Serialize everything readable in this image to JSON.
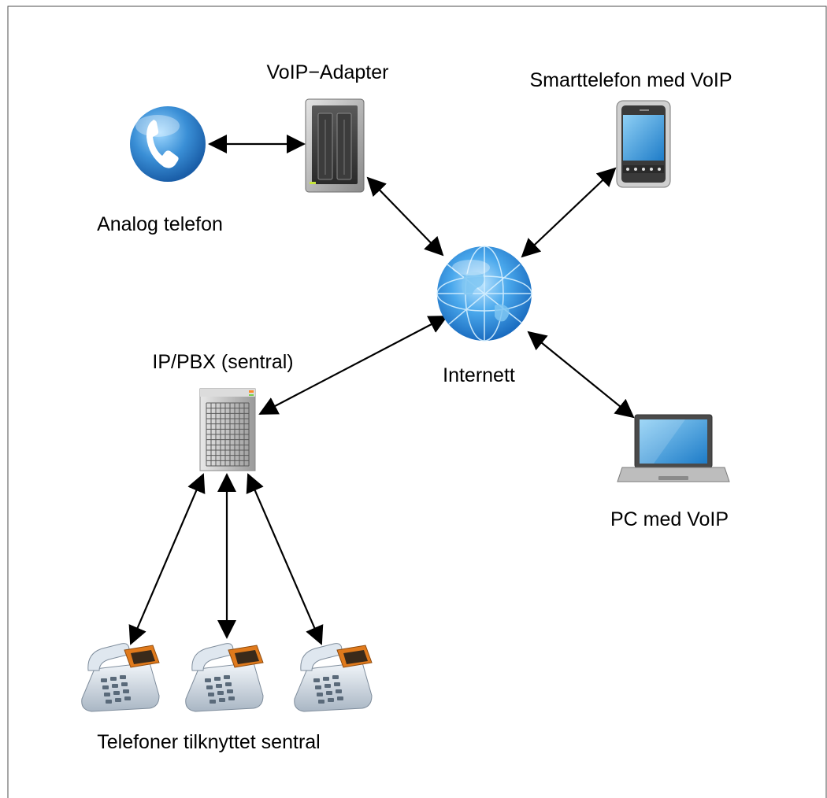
{
  "labels": {
    "voip_adapter": "VoIP−Adapter",
    "smartphone": "Smarttelefon med VoIP",
    "analog_phone": "Analog telefon",
    "internet": "Internett",
    "ip_pbx": "IP/PBX (sentral)",
    "pc": "PC med VoIP",
    "desk_phones": "Telefoner tilknyttet sentral"
  },
  "icons": {
    "analog_phone": "phone-handset-icon",
    "voip_adapter": "network-adapter-icon",
    "smartphone": "smartphone-icon",
    "internet": "globe-icon",
    "ip_pbx": "server-tower-icon",
    "pc": "laptop-icon",
    "desk_phone": "desk-phone-icon"
  },
  "connections": [
    {
      "from": "analog_phone",
      "to": "voip_adapter",
      "arrows": "both"
    },
    {
      "from": "voip_adapter",
      "to": "internet",
      "arrows": "both"
    },
    {
      "from": "smartphone",
      "to": "internet",
      "arrows": "both"
    },
    {
      "from": "ip_pbx",
      "to": "internet",
      "arrows": "both"
    },
    {
      "from": "internet",
      "to": "pc",
      "arrows": "both"
    },
    {
      "from": "ip_pbx",
      "to": "desk_phone_1",
      "arrows": "both"
    },
    {
      "from": "ip_pbx",
      "to": "desk_phone_2",
      "arrows": "both"
    },
    {
      "from": "ip_pbx",
      "to": "desk_phone_3",
      "arrows": "both"
    }
  ],
  "colors": {
    "border": "#4d4d4d",
    "arrow": "#000000",
    "globe_blue": "#2f8fd8",
    "handset_blue": "#3a8fd6",
    "screen_blue": "#3aa0e0",
    "phone_orange": "#e07a1c"
  }
}
